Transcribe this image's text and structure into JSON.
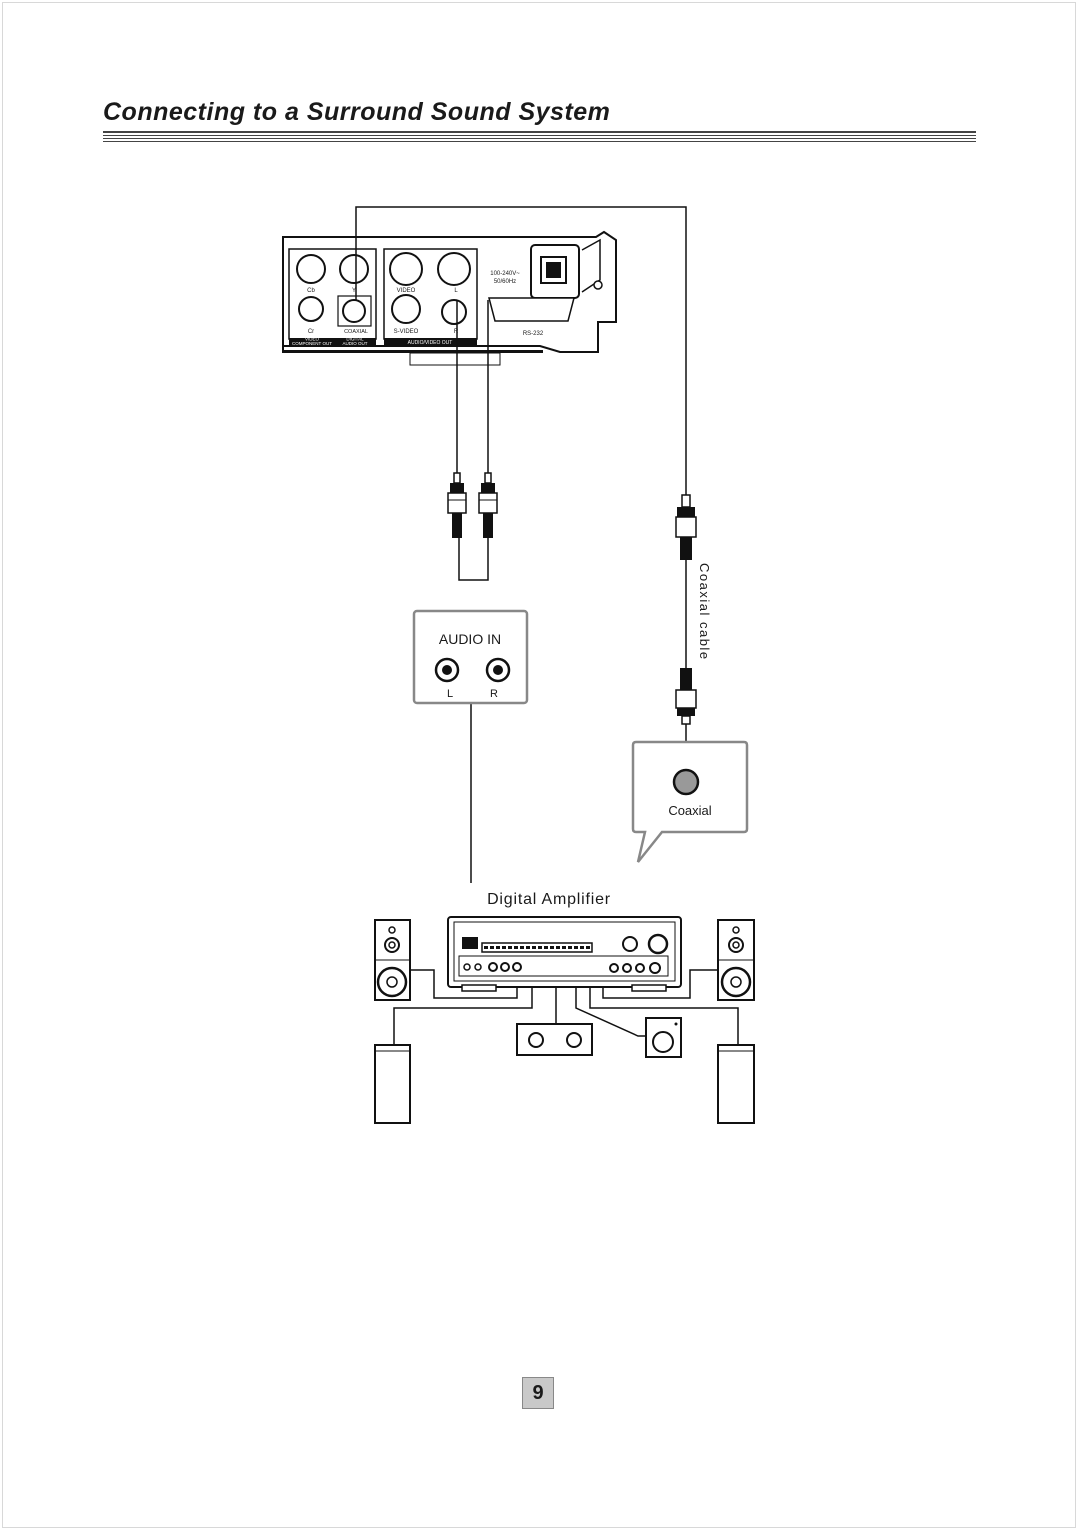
{
  "page": {
    "title": "Connecting to a Surround Sound System",
    "page_number": "9"
  },
  "dvd_panel": {
    "jack_labels": {
      "cb": "Cb",
      "y": "Y",
      "cr": "Cr",
      "coaxial": "COAXIAL",
      "video": "VIDEO",
      "l": "L",
      "s_video": "S-VIDEO",
      "r": "R"
    },
    "group_labels": {
      "video": "VIDEO",
      "component_out": "COMPONENT OUT",
      "digital": "DIGITAL",
      "audio_out": "AUDIO OUT",
      "audio_video_out": "AUDIO/VIDEO OUT"
    },
    "power_rating": [
      "100-240V~",
      "50/60Hz"
    ],
    "rs232": "RS-232"
  },
  "audio_in_box": {
    "title": "AUDIO IN",
    "left": "L",
    "right": "R"
  },
  "coaxial_cable_label": "Coaxial cable",
  "coaxial_callout": "Coaxial",
  "amplifier_label": "Digital Amplifier"
}
